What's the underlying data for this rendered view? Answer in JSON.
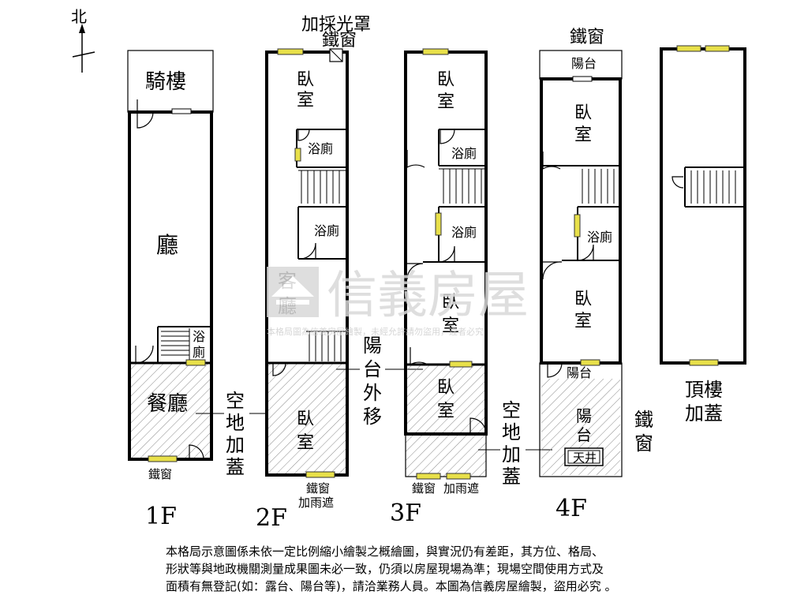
{
  "compass": {
    "north": "北"
  },
  "floors": {
    "f1": {
      "label": "1F",
      "arcade": "騎樓",
      "hall": "廳",
      "bath": [
        "浴",
        "廁"
      ],
      "dining": "餐廳",
      "window": "鐵窗"
    },
    "f2": {
      "label": "2F",
      "skylight": "加採光罩",
      "skylight_window": "鐵窗",
      "bedroom_top": [
        "臥",
        "室"
      ],
      "bath1": "浴廁",
      "bath2": "浴廁",
      "living": [
        "客",
        "廳"
      ],
      "bedroom_bottom": [
        "臥",
        "室"
      ],
      "window": "鐵窗",
      "rain_cover": "加雨遮"
    },
    "f3": {
      "label": "3F",
      "bedroom_top": [
        "臥",
        "室"
      ],
      "bath1": "浴廁",
      "bath2": "浴廁",
      "bedroom_mid": [
        "臥",
        "室"
      ],
      "bedroom_bottom": [
        "臥",
        "室"
      ],
      "window": "鐵窗",
      "rain_cover": "加雨遮"
    },
    "f4": {
      "label": "4F",
      "top_window": "鐵窗",
      "balcony_top": "陽台",
      "bedroom_top": [
        "臥",
        "室"
      ],
      "bath": "浴廁",
      "bedroom_mid": [
        "臥",
        "室"
      ],
      "balcony_label": "陽台",
      "balcony_big": [
        "陽",
        "台"
      ],
      "patio": "天井",
      "side_window": [
        "鐵",
        "窗"
      ]
    },
    "roof": {
      "label": [
        "頂樓",
        "加蓋"
      ]
    }
  },
  "annotations": {
    "vacant_1": [
      "空",
      "地",
      "加",
      "蓋"
    ],
    "balcony_shift": [
      "陽",
      "台",
      "外",
      "移"
    ],
    "vacant_2": [
      "空",
      "地",
      "加",
      "蓋"
    ]
  },
  "watermark": {
    "brand": "信義房屋",
    "notice": "本格局圖為信義房屋繪製，未經允許請勿盜用，違者必究"
  },
  "disclaimer": [
    "本格局示意圖係未依一定比例縮小繪製之概繪圖，與實況仍有差距，其方位、格局、",
    "形狀等與地政機關測量成果圖未必一致，仍須以房屋現場為準；現場空間使用方式及",
    "面積有無登記(如：露台、陽台等)，請洽業務人員。本圖為信義房屋繪製，盜用必究 。"
  ]
}
